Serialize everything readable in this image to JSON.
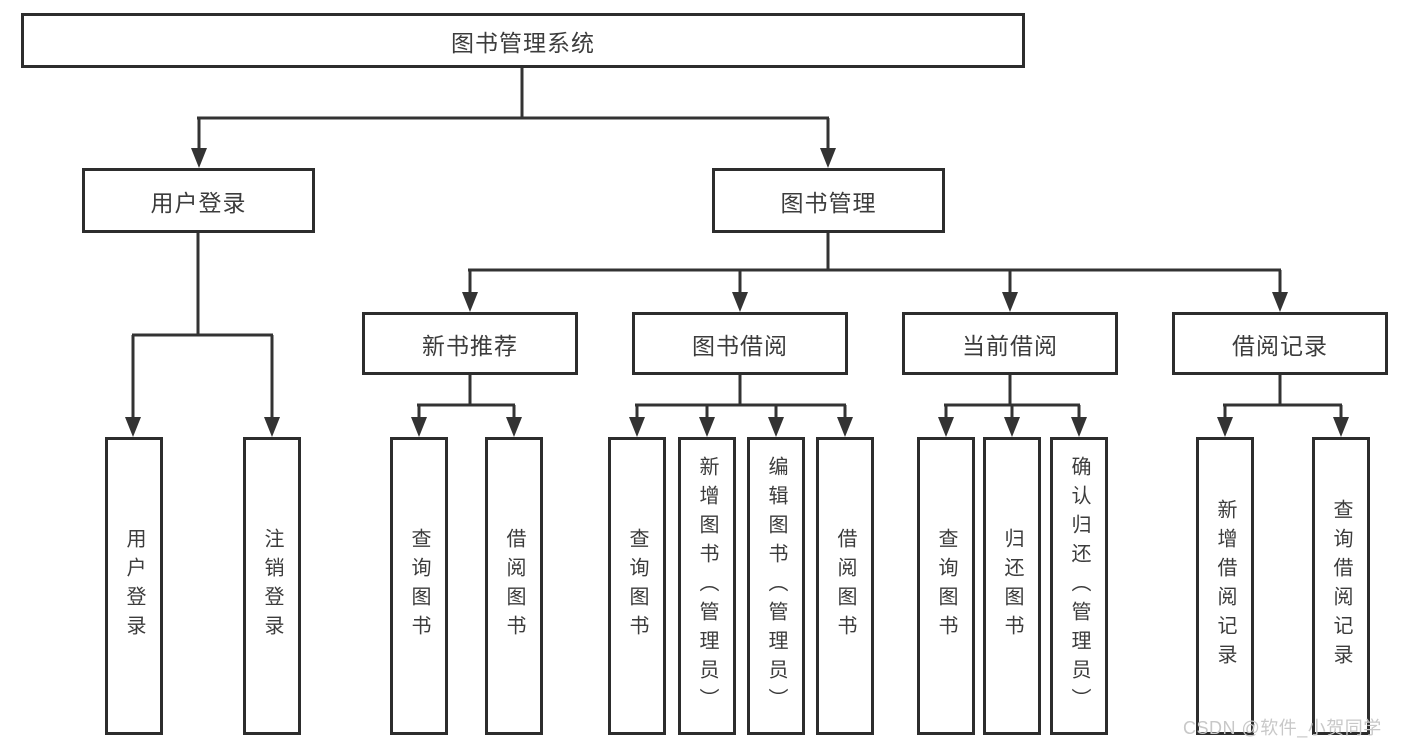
{
  "diagram": {
    "title": "图书管理系统",
    "type": "hierarchy-tree",
    "tree": {
      "root": {
        "label": "图书管理系统"
      },
      "branches": [
        {
          "label": "用户登录",
          "children": [
            {
              "label": "用户登录"
            },
            {
              "label": "注销登录"
            }
          ]
        },
        {
          "label": "图书管理",
          "children": [
            {
              "label": "新书推荐",
              "children": [
                {
                  "label": "查询图书"
                },
                {
                  "label": "借阅图书"
                }
              ]
            },
            {
              "label": "图书借阅",
              "children": [
                {
                  "label": "查询图书"
                },
                {
                  "label": "新增图书（管理员）"
                },
                {
                  "label": "编辑图书（管理员）"
                },
                {
                  "label": "借阅图书"
                }
              ]
            },
            {
              "label": "当前借阅",
              "children": [
                {
                  "label": "查询图书"
                },
                {
                  "label": "归还图书"
                },
                {
                  "label": "确认归还（管理员）"
                }
              ]
            },
            {
              "label": "借阅记录",
              "children": [
                {
                  "label": "新增借阅记录"
                },
                {
                  "label": "查询借阅记录"
                }
              ]
            }
          ]
        }
      ]
    },
    "colors": {
      "line": "#333333",
      "box_border": "#2d2d2d",
      "box_fill": "#ffffff",
      "text": "#3c3c3c",
      "watermark": "#c8c8c8",
      "background": "#ffffff"
    }
  },
  "watermark": {
    "text": "CSDN @软件_小贺同学"
  }
}
